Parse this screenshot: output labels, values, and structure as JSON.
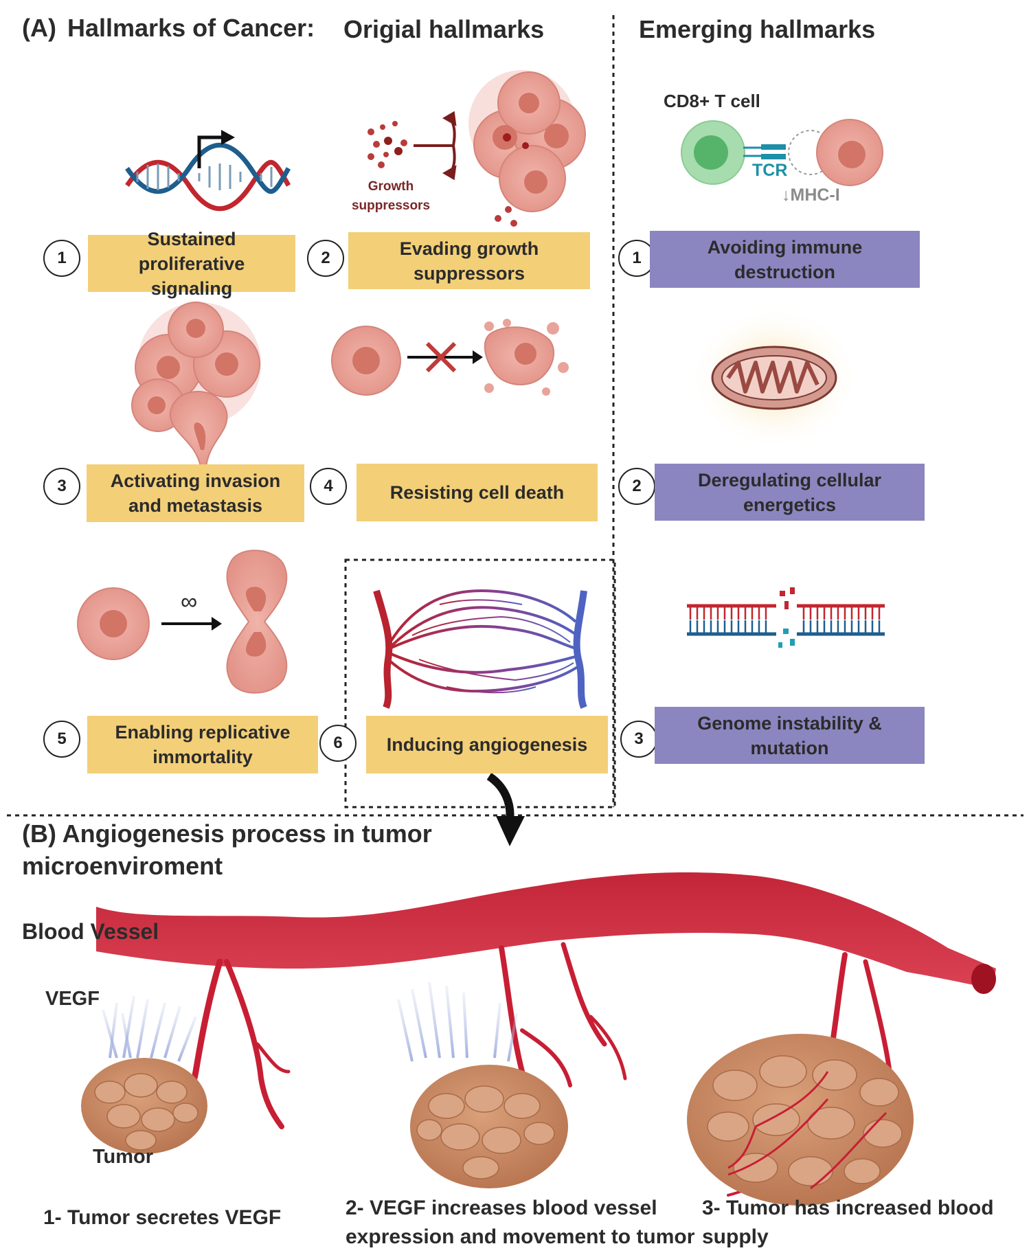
{
  "header": {
    "panel_a_label": "(A)",
    "panel_a_title": "Hallmarks of Cancer:",
    "original_title": "Origial hallmarks",
    "emerging_title": "Emerging hallmarks"
  },
  "original": [
    {
      "num": "1",
      "label": "Sustained proliferative signaling"
    },
    {
      "num": "2",
      "label": "Evading growth suppressors"
    },
    {
      "num": "3",
      "label": "Activating invasion and metastasis"
    },
    {
      "num": "4",
      "label": "Resisting cell death"
    },
    {
      "num": "5",
      "label": "Enabling replicative immortality"
    },
    {
      "num": "6",
      "label": "Inducing angiogenesis"
    }
  ],
  "emerging": [
    {
      "num": "1",
      "label": "Avoiding immune destruction"
    },
    {
      "num": "2",
      "label": "Deregulating cellular energetics"
    },
    {
      "num": "3",
      "label": "Genome instability & mutation"
    }
  ],
  "icon_labels": {
    "growth_suppressors": "Growth suppressors",
    "cd8": "CD8+ T cell",
    "tcr": "TCR",
    "mhc": "↓MHC-I",
    "infinity": "∞"
  },
  "panel_b": {
    "title_line1": "(B) Angiogenesis process in tumor",
    "title_line2": "microenviroment",
    "blood_vessel": "Blood Vessel",
    "vegf": "VEGF",
    "tumor": "Tumor",
    "step1": "1- Tumor secretes VEGF",
    "step2_line1": "2- VEGF increases blood vessel",
    "step2_line2": "expression and movement to tumor",
    "step3_line1": "3- Tumor has increased blood",
    "step3_line2": "supply"
  },
  "colors": {
    "yellow_box": "#f3cf78",
    "purple_box": "#8b86c0",
    "cell_pink": "#e8a39a",
    "vessel_red": "#c41f33",
    "tumor_tan": "#c98a63"
  }
}
